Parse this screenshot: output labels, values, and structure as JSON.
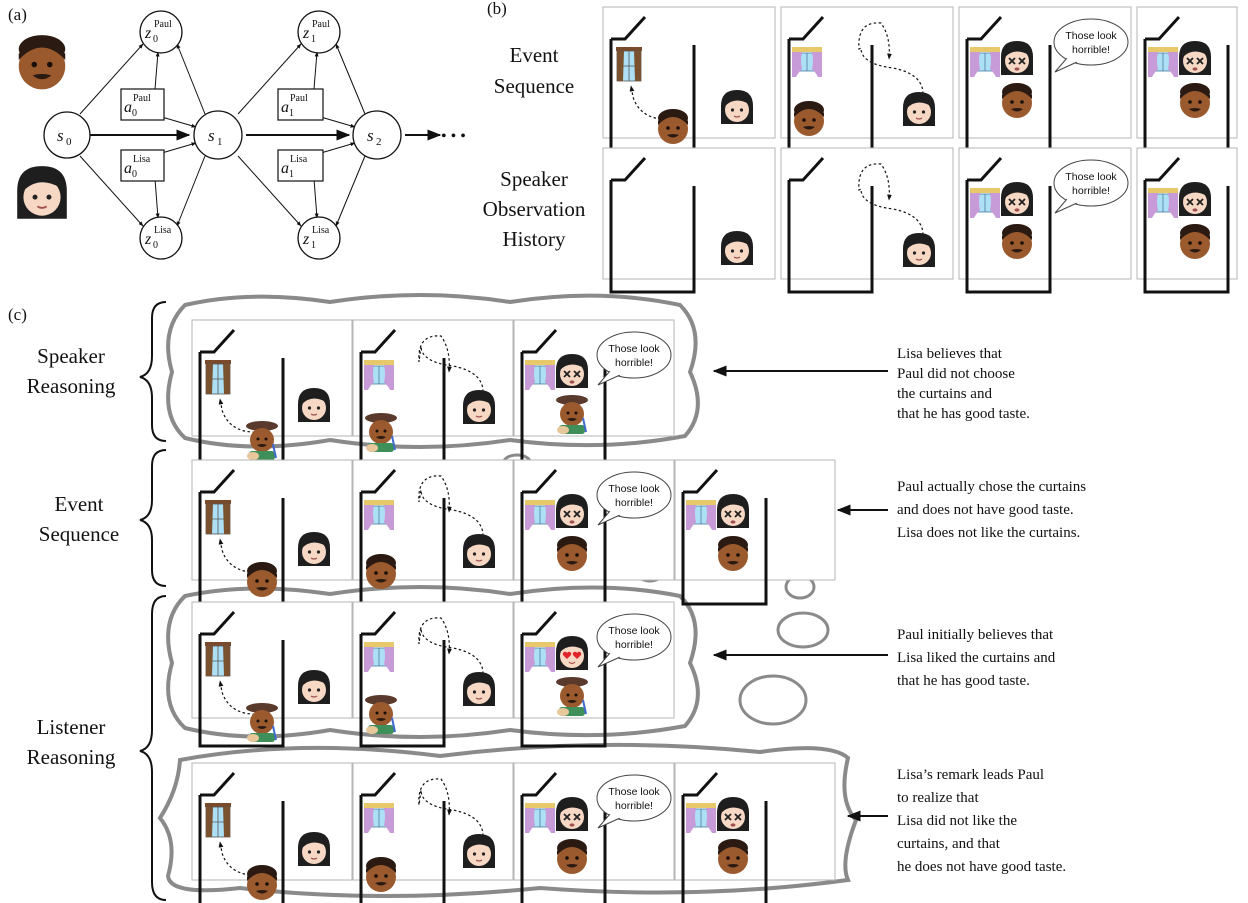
{
  "panel_labels": {
    "a": "(a)",
    "b": "(b)",
    "c": "(c)"
  },
  "graph": {
    "states": [
      "s0",
      "s1",
      "s2"
    ],
    "observations": {
      "z0_paul": {
        "base": "z",
        "sub": "0",
        "sup": "Paul"
      },
      "z1_paul": {
        "base": "z",
        "sub": "1",
        "sup": "Paul"
      },
      "z0_lisa": {
        "base": "z",
        "sub": "0",
        "sup": "Lisa"
      },
      "z1_lisa": {
        "base": "z",
        "sub": "1",
        "sup": "Lisa"
      }
    },
    "actions": {
      "a0_paul": {
        "base": "a",
        "sub": "0",
        "sup": "Paul"
      },
      "a1_paul": {
        "base": "a",
        "sub": "1",
        "sup": "Paul"
      },
      "a0_lisa": {
        "base": "a",
        "sub": "0",
        "sup": "Lisa"
      },
      "a1_lisa": {
        "base": "a",
        "sub": "1",
        "sup": "Lisa"
      }
    },
    "ellipsis": "• • •"
  },
  "row_labels": {
    "event_sequence": [
      "Event",
      "Sequence"
    ],
    "speaker_observation_history": [
      "Speaker",
      "Observation",
      "History"
    ],
    "speaker_reasoning": [
      "Speaker",
      "Reasoning"
    ],
    "listener_reasoning": [
      "Listener",
      "Reasoning"
    ]
  },
  "speech": [
    "Those look",
    "horrible!"
  ],
  "captions": {
    "speaker_reasoning": [
      "Lisa believes that",
      "Paul did not choose",
      "the curtains and",
      "that he has good taste."
    ],
    "event_sequence": [
      "Paul actually chose the curtains",
      "and does not have good taste.",
      "Lisa does not like the curtains."
    ],
    "listener_initial": [
      "Paul initially believes that",
      "Lisa liked the curtains and",
      "that he has good taste."
    ],
    "listener_final": [
      "Lisa’s remark leads Paul",
      "to realize that",
      "Lisa did not like the",
      "curtains, and that",
      "he does not have good taste."
    ]
  },
  "icons": [
    "paul-face-icon",
    "lisa-face-icon",
    "window-closed-icon",
    "window-curtains-icon",
    "painter-paul-icon",
    "lisa-dizzy-icon",
    "lisa-heart-eyes-icon"
  ],
  "colors": {
    "paul_skin": "#9a5a2e",
    "lisa_skin": "#f6d8c4",
    "hair": "#222222",
    "curtain": "#c79ad8",
    "window": "#aee0f5",
    "frame_border": "#b5b5b5",
    "cloud": "#8a8a8a"
  }
}
